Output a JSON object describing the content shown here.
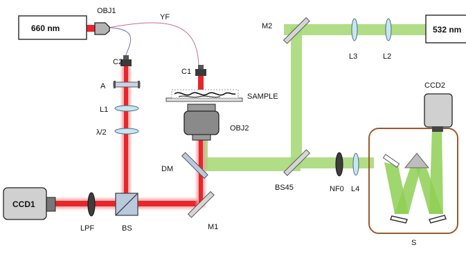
{
  "colors": {
    "red_beam": "#e8252a",
    "red_glow": "#f2a3a3",
    "green_beam": "#7cc242",
    "green_glow": "#a9d97a",
    "box_border": "#9a5a2a"
  },
  "sources": {
    "red_laser": "660 nm",
    "green_laser": "532 nm",
    "ccd1": "CCD1",
    "ccd2": "CCD2"
  },
  "labels": {
    "obj1": "OBJ1",
    "yf": "YF",
    "c2": "C2",
    "c1": "C1",
    "a": "A",
    "l1": "L1",
    "half_wave": "λ/2",
    "sample": "SAMPLE",
    "obj2": "OBJ2",
    "dm": "DM",
    "m1": "M1",
    "m2": "M2",
    "l3": "L3",
    "l2": "L2",
    "bs45": "BS45",
    "nf0": "NF0",
    "l4": "L4",
    "s": "S",
    "lpf": "LPF",
    "bs": "BS"
  }
}
